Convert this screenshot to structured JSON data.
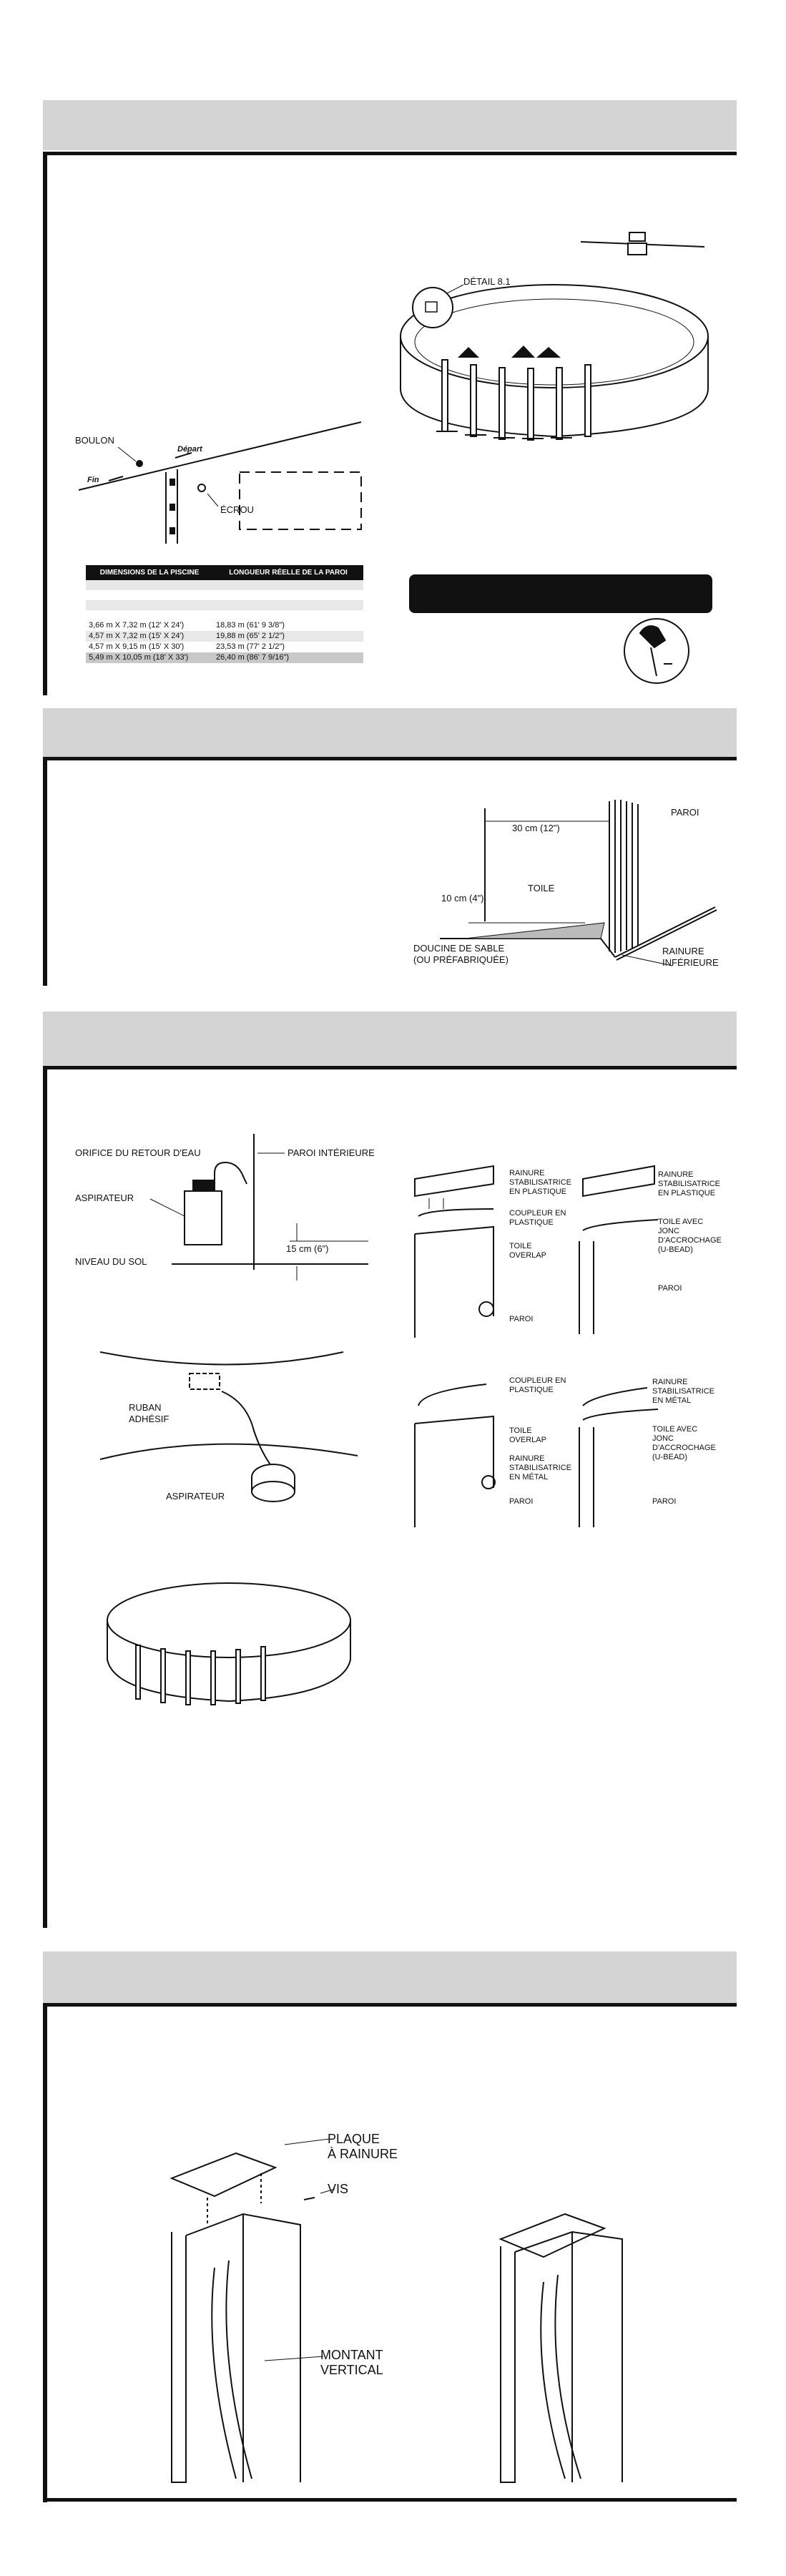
{
  "section1": {
    "labels": {
      "detail": "DÉTAIL 8.1",
      "bolt": "BOULON",
      "start": "Départ",
      "end": "Fin",
      "nut": "ÉCROU"
    },
    "table": {
      "headers": [
        "DIMENSIONS  DE LA PISCINE",
        "LONGUEUR RÉELLE DE LA PAROI"
      ],
      "rows": [
        [
          "3,66 m X   7,32 m (12' X 24')",
          "18,83 m (61' 9 3/8\")"
        ],
        [
          "4,57 m X   7,32 m (15' X 24')",
          "19,88 m (65' 2 1/2\")"
        ],
        [
          "4,57 m X   9,15 m (15' X 30')",
          "23,53 m (77' 2 1/2\")"
        ],
        [
          "5,49 m X 10,05 m (18' X 33')",
          "26,40 m (86' 7 9/16\")"
        ]
      ]
    }
  },
  "section2": {
    "labels": {
      "cm30": "30 cm (12\")",
      "wall": "PAROI",
      "liner": "TOILE",
      "cm10": "10 cm (4\")",
      "sand_1": "DOUCINE DE SABLE",
      "sand_2": "(OU PRÉFABRIQUÉE)",
      "track_1": "RAINURE",
      "track_2": "INFÉRIEURE"
    }
  },
  "section3": {
    "labels": {
      "return": "ORIFICE DU RETOUR D'EAU",
      "inner_wall": "PAROI INTÉRIEURE",
      "vacuum": "ASPIRATEUR",
      "ground": "NIVEAU DU SOL",
      "cm15": "15 cm (6\")",
      "tape_1": "RUBAN",
      "tape_2": "ADHÉSIF",
      "vacuum2": "ASPIRATEUR"
    },
    "panels": {
      "a": [
        "RAINURE",
        "STABILISATRICE",
        "EN PLASTIQUE",
        "COUPLEUR EN",
        "PLASTIQUE",
        "TOILE",
        "OVERLAP",
        "PAROI"
      ],
      "b": [
        "RAINURE",
        "STABILISATRICE",
        "EN PLASTIQUE",
        "TOILE AVEC",
        "JONC",
        "D'ACCROCHAGE",
        "(U-BEAD)",
        "PAROI"
      ],
      "c": [
        "COUPLEUR EN",
        "PLASTIQUE",
        "TOILE",
        "OVERLAP",
        "RAINURE",
        "STABILISATRICE",
        "EN MÉTAL",
        "PAROI"
      ],
      "d": [
        "RAINURE",
        "STABILISATRICE",
        "EN MÉTAL",
        "TOILE AVEC",
        "JONC",
        "D'ACCROCHAGE",
        "(U-BEAD)",
        "PAROI"
      ]
    }
  },
  "section4": {
    "labels": {
      "plate_1": "PLAQUE",
      "plate_2": "À RAINURE",
      "screw": "VIS",
      "upright_1": "MONTANT",
      "upright_2": "VERTICAL"
    }
  }
}
